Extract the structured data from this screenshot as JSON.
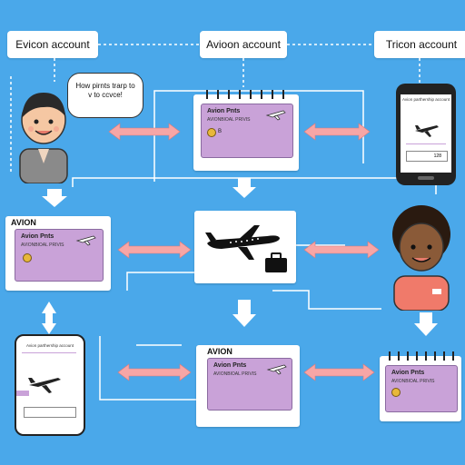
{
  "accounts": {
    "left": "Evicon account",
    "center": "Avioon account",
    "right": "Tricon account"
  },
  "speech_bubble": "How pirnts trarp to v to ccvce!",
  "cards": {
    "top_center": {
      "title": "Avion Pnts",
      "sub": "AVIONBIOAL PRIVIS",
      "num": "B"
    },
    "mid_left": {
      "heading": "AVION",
      "title": "Avion Pnts",
      "sub": "AVIONBIOAL PRIVIS"
    },
    "bottom_center": {
      "heading": "AVION",
      "title": "Avion Pnts",
      "sub": "AVIONBIOAL PRIVIS"
    },
    "bottom_right": {
      "title": "Avion Pnts",
      "sub": "AVIONBIOAL PRIVIS"
    }
  },
  "phones": {
    "right_header": "Avion parthership account",
    "right_value": "128",
    "left_header": "Avion parthership account"
  },
  "colors": {
    "background": "#4aa8ea",
    "card": "#c9a2d8",
    "arrow_red": "#f7a6a6",
    "white": "#ffffff"
  },
  "icons": [
    "person-boy-icon",
    "person-girl-icon",
    "airplane-icon",
    "suitcase-icon",
    "calendar-icon",
    "phone-icon",
    "coin-icon"
  ]
}
